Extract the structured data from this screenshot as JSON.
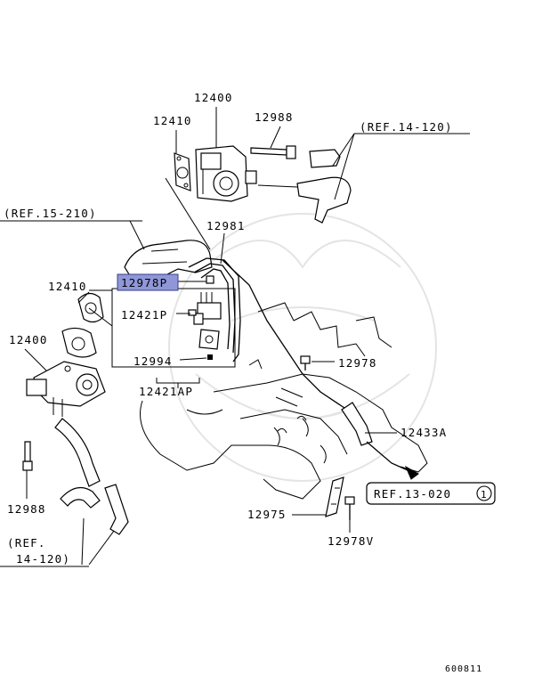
{
  "labels": {
    "p12400_top": "12400",
    "p12410_top": "12410",
    "p12988_top": "12988",
    "ref_14_120_top": "(REF.14-120)",
    "ref_15_210": "(REF.15-210)",
    "p12981": "12981",
    "p12978p": "12978P",
    "p12410_left": "12410",
    "p12421p": "12421P",
    "p12400_left": "12400",
    "p12994": "12994",
    "p12978": "12978",
    "p12421ap": "12421AP",
    "p12433a": "12433A",
    "p12988_left": "12988",
    "ref_13_020": "REF.13-020",
    "ref_13_020_num": "1",
    "p12975": "12975",
    "p12978v": "12978V",
    "ref_14_120_left_1": "(REF.",
    "ref_14_120_left_2": "14-120)",
    "diagram_code": "600811"
  },
  "colors": {
    "highlight": "#8f97d8",
    "ink": "#000000",
    "watermark": "#e4e4e4"
  }
}
